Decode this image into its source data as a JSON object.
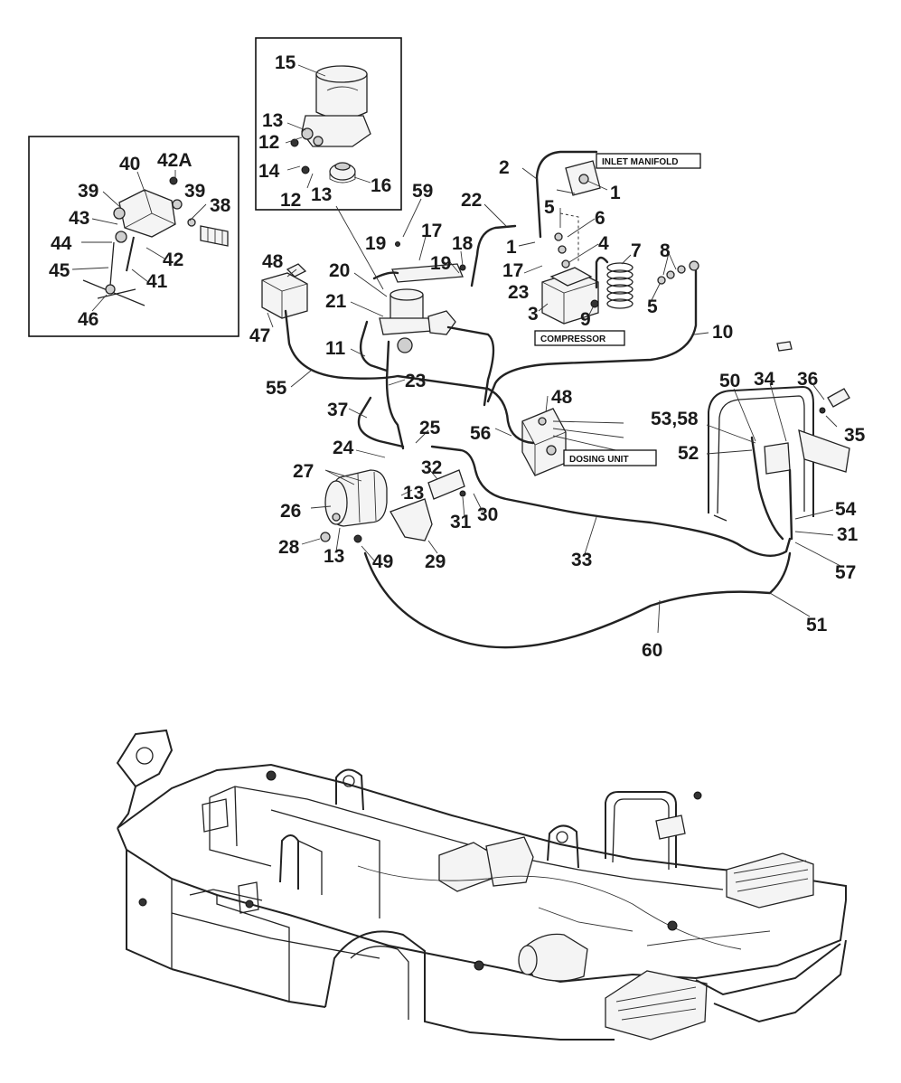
{
  "labels": {
    "inlet_manifold": "INLET MANIFOLD",
    "compressor": "COMPRESSOR",
    "dosing_unit": "DOSING UNIT"
  },
  "callouts": [
    "1",
    "1",
    "2",
    "3",
    "4",
    "5",
    "5",
    "6",
    "7",
    "8",
    "9",
    "10",
    "11",
    "12",
    "12",
    "13",
    "13",
    "13",
    "13",
    "14",
    "15",
    "16",
    "17",
    "17",
    "18",
    "19",
    "19",
    "20",
    "21",
    "22",
    "23",
    "23",
    "24",
    "25",
    "26",
    "27",
    "28",
    "29",
    "30",
    "31",
    "31",
    "32",
    "33",
    "34",
    "35",
    "36",
    "37",
    "38",
    "39",
    "39",
    "40",
    "41",
    "42",
    "42A",
    "43",
    "44",
    "45",
    "46",
    "47",
    "48",
    "48",
    "49",
    "50",
    "51",
    "52",
    "53,58",
    "54",
    "55",
    "56",
    "57",
    "59",
    "60"
  ]
}
